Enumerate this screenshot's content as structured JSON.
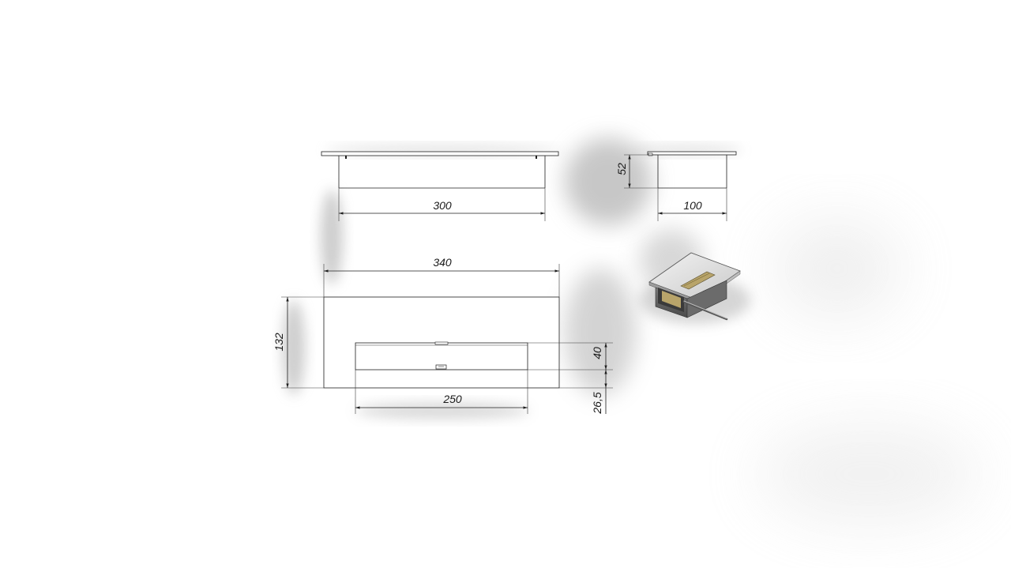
{
  "drawing": {
    "dimensions": {
      "front_width": "300",
      "side_depth": "100",
      "side_height": "52",
      "top_width": "340",
      "top_depth": "132",
      "cutout_width": "250",
      "cutout_depth": "40",
      "edge_offset": "26,5"
    }
  },
  "colors": {
    "line": "#1f1f1f",
    "shadow": "#8a8a8a",
    "fuel_insert": "#b8a46a"
  }
}
